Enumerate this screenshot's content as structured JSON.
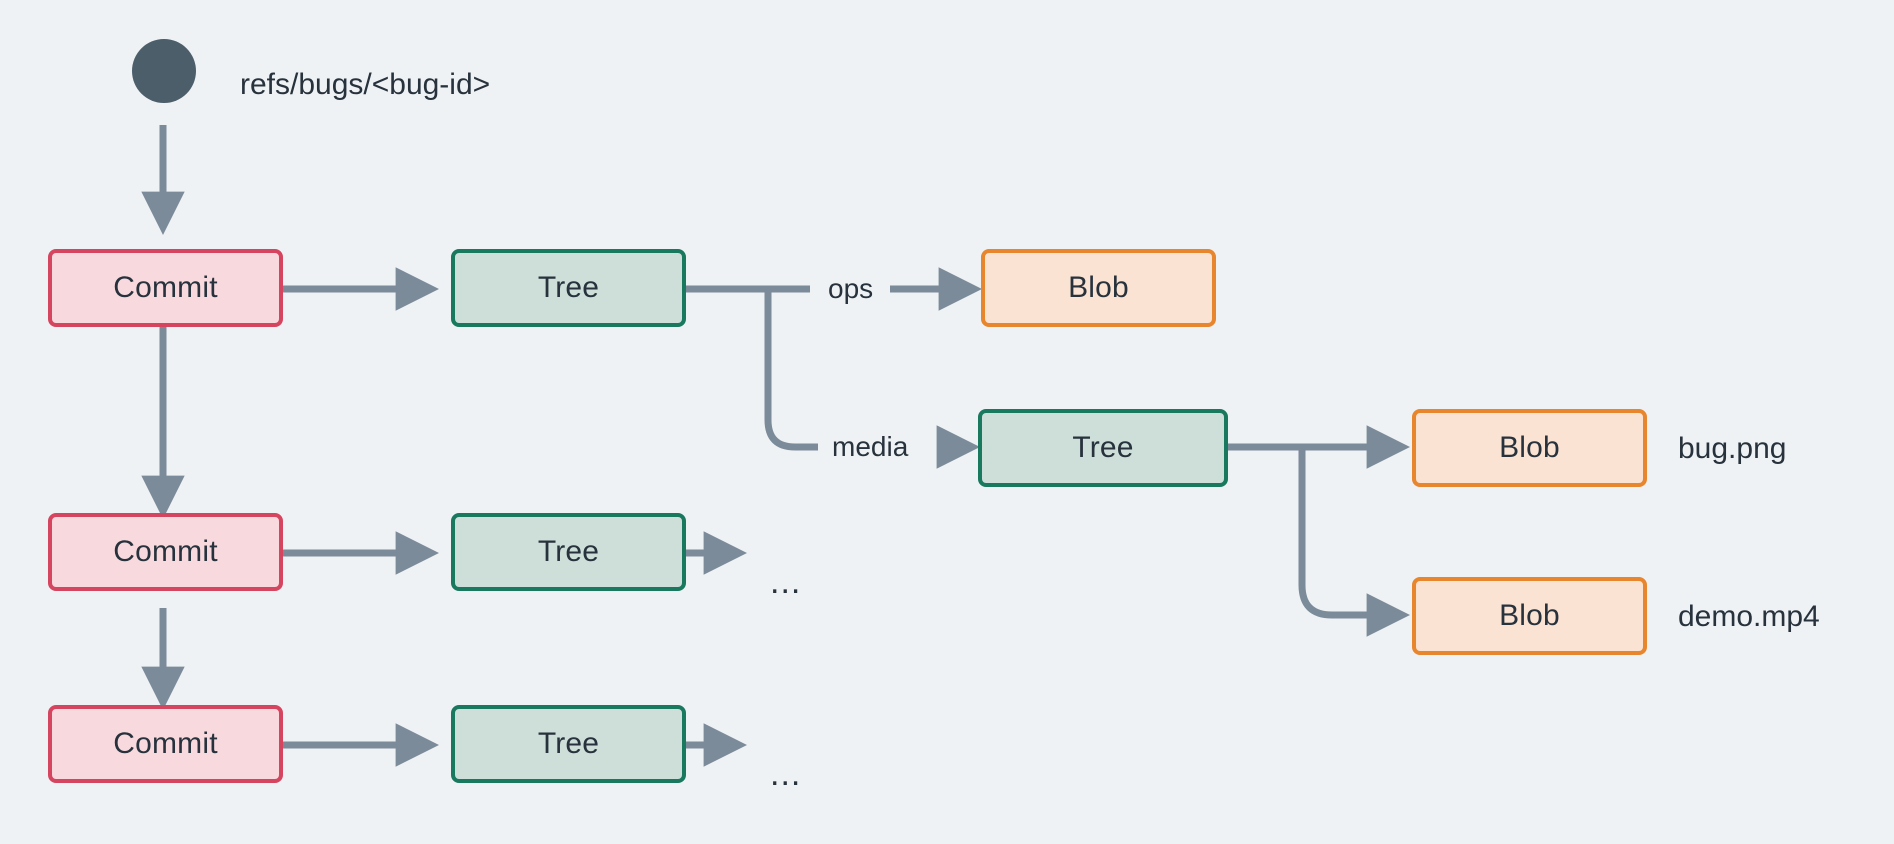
{
  "diagram": {
    "title_label": "refs/bugs/<bug-id>",
    "background_color": "#eff2f5",
    "connector_color": "#7b8b9a",
    "ref_node": {
      "name": "ref-dot",
      "color": "#4d5e6b"
    },
    "palette": {
      "commit_border": "#d6455f",
      "commit_fill": "#f8dade",
      "tree_border": "#19795f",
      "tree_fill": "#cddfd8",
      "blob_border": "#e8862e",
      "blob_fill": "#fbe3d4",
      "text": "#27323c"
    },
    "commits": [
      {
        "label": "Commit"
      },
      {
        "label": "Commit"
      },
      {
        "label": "Commit"
      }
    ],
    "trees": [
      {
        "label": "Tree"
      },
      {
        "label": "Tree"
      },
      {
        "label": "Tree"
      },
      {
        "label": "Tree"
      }
    ],
    "blobs": [
      {
        "label": "Blob",
        "filename": ""
      },
      {
        "label": "Blob",
        "filename": "bug.png"
      },
      {
        "label": "Blob",
        "filename": "demo.mp4"
      }
    ],
    "edge_labels": [
      {
        "label": "ops"
      },
      {
        "label": "media"
      }
    ],
    "ellipses": [
      {
        "label": "..."
      },
      {
        "label": "..."
      }
    ]
  }
}
